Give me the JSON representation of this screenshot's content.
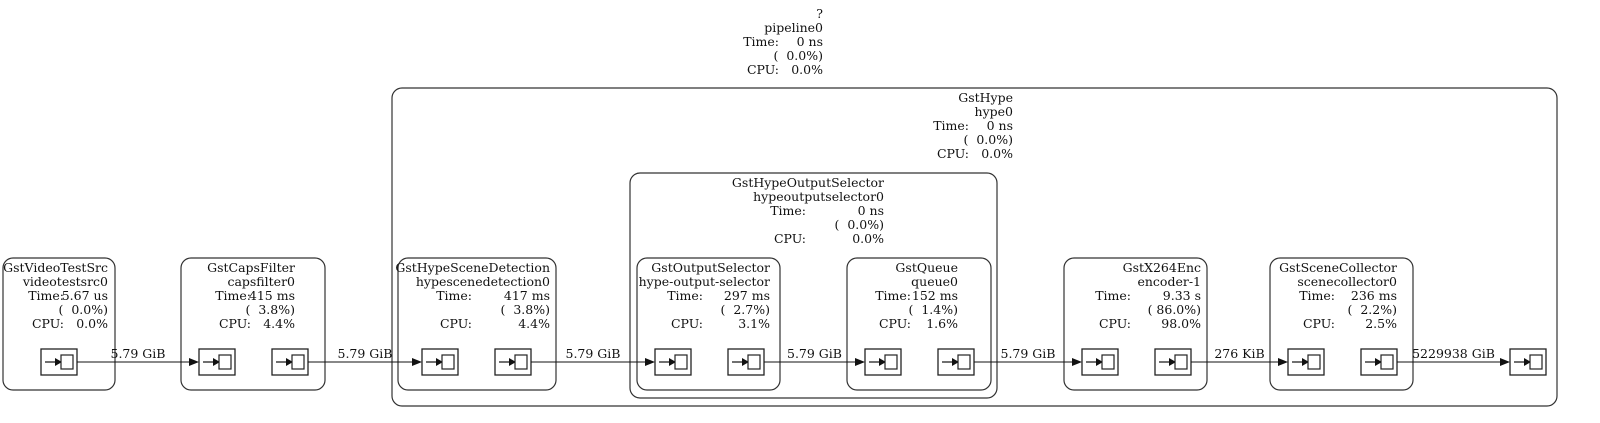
{
  "pipeline": {
    "type": "?",
    "name": "pipeline0",
    "time_label": "Time:",
    "time": "0 ns",
    "percent": "(  0.0%)",
    "cpu_label": "CPU:",
    "cpu": "0.0%"
  },
  "bins": [
    {
      "id": "hype0",
      "type": "GstHype",
      "name": "hype0",
      "time_label": "Time:",
      "time": "0 ns",
      "percent": "(  0.0%)",
      "cpu_label": "CPU:",
      "cpu": "0.0%"
    },
    {
      "id": "hypeoutputselector0",
      "type": "GstHypeOutputSelector",
      "name": "hypeoutputselector0",
      "time_label": "Time:",
      "time": "0 ns",
      "percent": "(  0.0%)",
      "cpu_label": "CPU:",
      "cpu": "0.0%"
    }
  ],
  "elements": [
    {
      "type": "GstVideoTestSrc",
      "name": "videotestsrc0",
      "time_label": "Time:",
      "time": "5.67 us",
      "percent": "(  0.0%)",
      "cpu_label": "CPU:",
      "cpu": "0.0%",
      "pads": [
        "src"
      ]
    },
    {
      "type": "GstCapsFilter",
      "name": "capsfilter0",
      "time_label": "Time:",
      "time": "415 ms",
      "percent": "(  3.8%)",
      "cpu_label": "CPU:",
      "cpu": "4.4%",
      "pads": [
        "sink",
        "src"
      ]
    },
    {
      "type": "GstHypeSceneDetection",
      "name": "hypescenedetection0",
      "time_label": "Time:",
      "time": "417 ms",
      "percent": "(  3.8%)",
      "cpu_label": "CPU:",
      "cpu": "4.4%",
      "pads": [
        "sink",
        "src"
      ]
    },
    {
      "type": "GstOutputSelector",
      "name": "hype-output-selector",
      "time_label": "Time:",
      "time": "297 ms",
      "percent": "(  2.7%)",
      "cpu_label": "CPU:",
      "cpu": "3.1%",
      "pads": [
        "sink",
        "src"
      ]
    },
    {
      "type": "GstQueue",
      "name": "queue0",
      "time_label": "Time:",
      "time": "152 ms",
      "percent": "(  1.4%)",
      "cpu_label": "CPU:",
      "cpu": "1.6%",
      "pads": [
        "sink",
        "src"
      ]
    },
    {
      "type": "GstX264Enc",
      "name": "encoder-1",
      "time_label": "Time:",
      "time": "9.33 s",
      "percent": "( 86.0%)",
      "cpu_label": "CPU:",
      "cpu": "98.0%",
      "pads": [
        "sink",
        "src"
      ]
    },
    {
      "type": "GstSceneCollector",
      "name": "scenecollector0",
      "time_label": "Time:",
      "time": "236 ms",
      "percent": "(  2.2%)",
      "cpu_label": "CPU:",
      "cpu": "2.5%",
      "pads": [
        "sink",
        "src"
      ]
    }
  ],
  "links": [
    {
      "label": "5.79 GiB"
    },
    {
      "label": "5.79 GiB"
    },
    {
      "label": "5.79 GiB"
    },
    {
      "label": "5.79 GiB"
    },
    {
      "label": "5.79 GiB"
    },
    {
      "label": "276 KiB"
    },
    {
      "label": "5229938 GiB"
    }
  ],
  "icons": {
    "pad": "pad-arrow-square-icon"
  }
}
